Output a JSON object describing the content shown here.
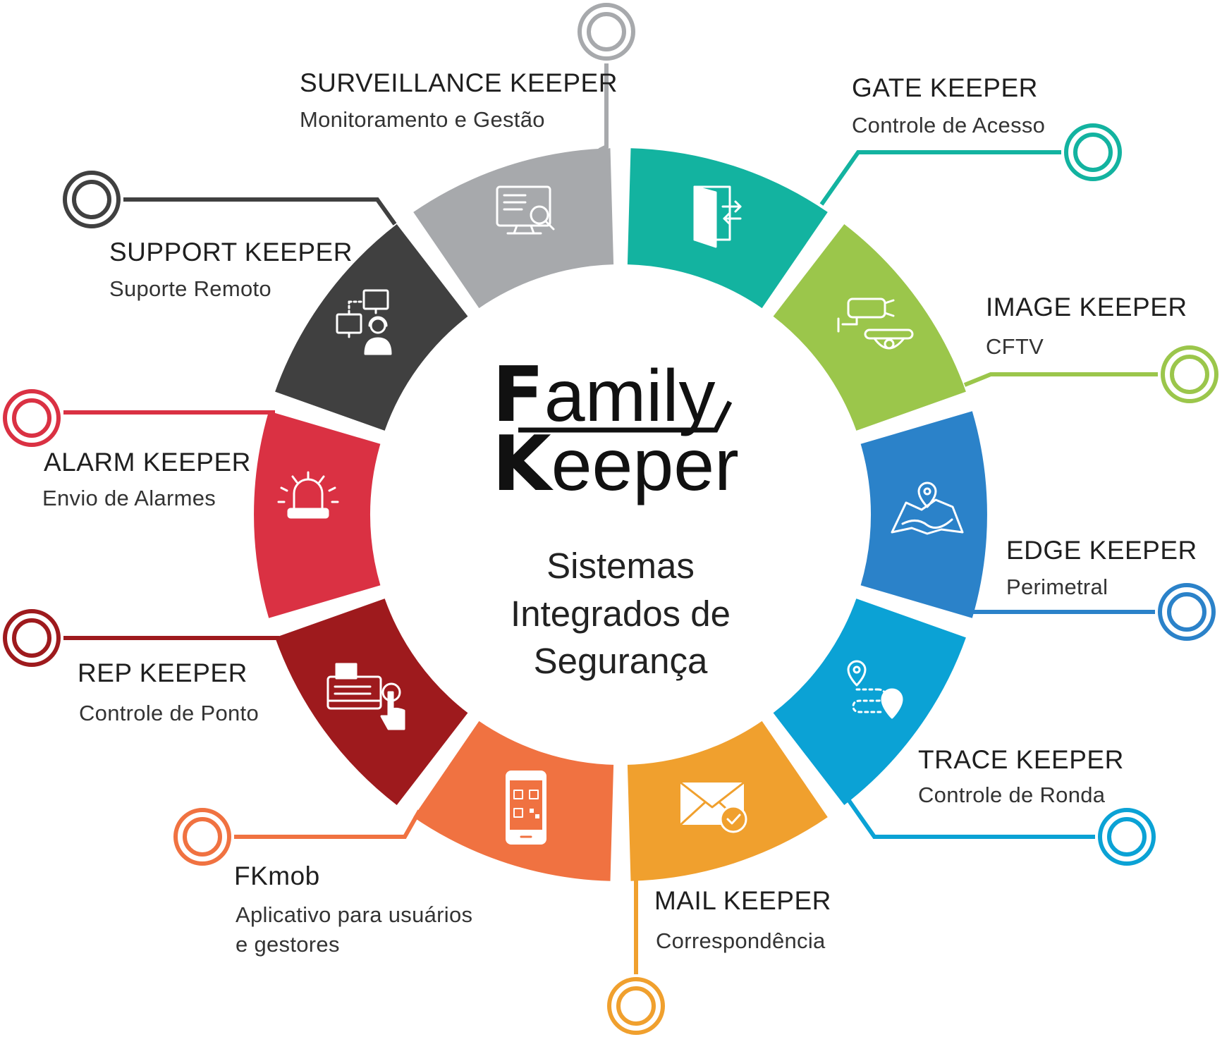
{
  "logo": {
    "line1_initial": "F",
    "line1_rest": "amily",
    "line2_initial": "K",
    "line2_rest": "eeper"
  },
  "center": {
    "lines": [
      "Sistemas",
      "Integrados de",
      "Segurança"
    ]
  },
  "segments": [
    {
      "key": "surveillance",
      "title": "SURVEILLANCE KEEPER",
      "subtitle": "Monitoramento e Gestão",
      "color": "#a7a9ac",
      "icon": "monitor-search-icon"
    },
    {
      "key": "gate",
      "title": "GATE KEEPER",
      "subtitle": "Controle de Acesso",
      "color": "#13b3a0",
      "icon": "door-access-icon"
    },
    {
      "key": "image",
      "title": "IMAGE KEEPER",
      "subtitle": "CFTV",
      "color": "#9bc64b",
      "icon": "security-camera-icon"
    },
    {
      "key": "edge",
      "title": "EDGE KEEPER",
      "subtitle": "Perimetral",
      "color": "#2b82c9",
      "icon": "map-pin-icon"
    },
    {
      "key": "trace",
      "title": "TRACE KEEPER",
      "subtitle": "Controle de Ronda",
      "color": "#0ba2d5",
      "icon": "route-pins-icon"
    },
    {
      "key": "mail",
      "title": "MAIL KEEPER",
      "subtitle": "Correspondência",
      "color": "#f0a02e",
      "icon": "mail-check-icon"
    },
    {
      "key": "fkmob",
      "title": "FKmob",
      "subtitle": "Aplicativo para usuários",
      "subtitle2": "e gestores",
      "color": "#f07241",
      "icon": "phone-qr-icon"
    },
    {
      "key": "rep",
      "title": "REP KEEPER",
      "subtitle": "Controle de Ponto",
      "color": "#9e1a1d",
      "icon": "time-clock-icon"
    },
    {
      "key": "alarm",
      "title": "ALARM KEEPER",
      "subtitle": "Envio de Alarmes",
      "color": "#da3143",
      "icon": "siren-icon"
    },
    {
      "key": "support",
      "title": "SUPPORT KEEPER",
      "subtitle": "Suporte Remoto",
      "color": "#404040",
      "icon": "remote-support-icon"
    }
  ]
}
